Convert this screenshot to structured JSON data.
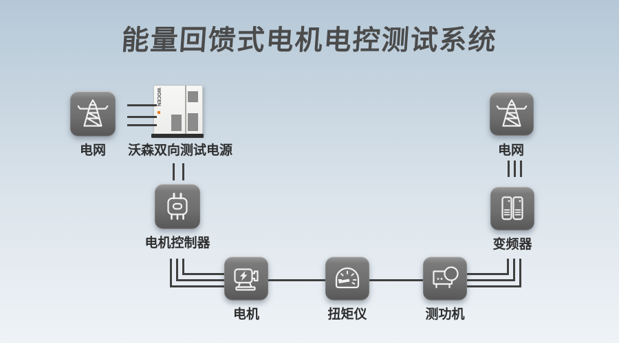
{
  "title": "能量回馈式电机电控测试系统",
  "colors": {
    "background_top": "#b5c8d7",
    "background_bottom": "#eff3f7",
    "tile_gray": "#6e6e6e",
    "line_dark": "#3f3f3f",
    "title_text": "#4b4b4b",
    "label_text": "#2e2e2e",
    "cabinet_white": "#f4f4f2",
    "brand_accent_orange": "#e87e26"
  },
  "nodes": [
    {
      "id": "grid-left",
      "label": "电网",
      "icon": "transmission-tower-icon"
    },
    {
      "id": "power-supply",
      "label": "沃森双向测试电源",
      "icon": "test-power-cabinet-icon",
      "brand": "WOCEN"
    },
    {
      "id": "motor-controller",
      "label": "电机控制器",
      "icon": "controller-chip-icon"
    },
    {
      "id": "motor",
      "label": "电机",
      "icon": "electric-motor-icon"
    },
    {
      "id": "torque-meter",
      "label": "扭矩仪",
      "icon": "torque-gauge-icon"
    },
    {
      "id": "dynamometer",
      "label": "测功机",
      "icon": "dynamometer-icon"
    },
    {
      "id": "inverter",
      "label": "变频器",
      "icon": "inverter-drives-icon"
    },
    {
      "id": "grid-right",
      "label": "电网",
      "icon": "transmission-tower-icon"
    }
  ],
  "connections": [
    {
      "from": "电网",
      "to": "沃森双向测试电源",
      "lines": 3
    },
    {
      "from": "沃森双向测试电源",
      "to": "电机控制器",
      "lines": 2
    },
    {
      "from": "电机控制器",
      "to": "电机",
      "lines": 3
    },
    {
      "from": "电机",
      "to": "扭矩仪",
      "lines": 1
    },
    {
      "from": "扭矩仪",
      "to": "测功机",
      "lines": 1
    },
    {
      "from": "测功机",
      "to": "变频器",
      "lines": 3
    },
    {
      "from": "变频器",
      "to": "电网",
      "lines": 3
    }
  ]
}
